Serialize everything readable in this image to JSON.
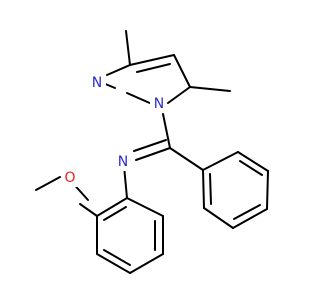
{
  "molecule": {
    "atoms": {
      "n_pyrazole_imine": {
        "label": "N",
        "color": "#2d2dcc"
      },
      "n_pyrazole_ring": {
        "label": "N",
        "color": "#2d2dcc"
      },
      "n_imine": {
        "label": "N",
        "color": "#2d2dcc"
      },
      "o_methoxy": {
        "label": "O",
        "color": "#e8231e"
      }
    }
  }
}
